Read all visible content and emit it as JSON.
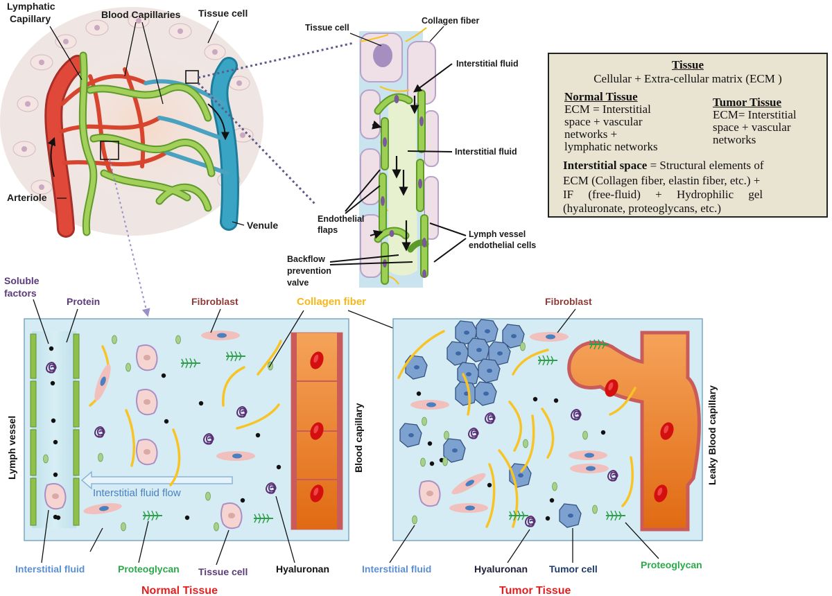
{
  "top_labels": {
    "lymphatic_capillary": [
      "Lymphatic",
      "Capillary"
    ],
    "blood_capillaries": "Blood Capillaries",
    "tissue_cell": "Tissue cell",
    "arteriole": "Arteriole",
    "venule": "Venule"
  },
  "zoom_labels": {
    "tissue_cell": "Tissue cell",
    "collagen_fiber": "Collagen fiber",
    "interstitial_fluid_1": "Interstitial fluid",
    "interstitial_fluid_2": "Interstitial fluid",
    "endothelial_flaps": [
      "Endothelial",
      "flaps"
    ],
    "lymph_vessel_cells": [
      "Lymph vessel",
      "endothelial cells"
    ],
    "backflow_valve": [
      "Backflow",
      "prevention",
      "valve"
    ]
  },
  "info_box": {
    "title": "Tissue",
    "subtitle": "Cellular + Extra-cellular matrix (ECM )",
    "normal_heading": "Normal Tissue",
    "normal_lines": [
      "ECM  = Interstitial",
      "space + vascular",
      "networks +",
      "lymphatic networks"
    ],
    "tumor_heading": "Tumor Tissue",
    "tumor_lines": [
      "ECM= Interstitial",
      "space + vascular",
      "networks"
    ],
    "interstitial_bold": "Interstitial space",
    "interstitial_line1": " = Structural elements of",
    "interstitial_lines": [
      "ECM (Collagen fiber, elastin fiber, etc.) +",
      "IF     (free-fluid)     +     Hydrophilic     gel",
      "(hyaluronate, proteoglycans, etc.)"
    ]
  },
  "normal_panel": {
    "soluble_factors": [
      "Soluble",
      "factors"
    ],
    "protein": "Protein",
    "fibroblast": "Fibroblast",
    "collagen_fiber": "Collagen fiber",
    "lymph_vessel": "Lymph vessel",
    "blood_capillary": "Blood capillary",
    "flow": "Interstitial fluid flow",
    "interstitial_fluid": "Interstitial fluid",
    "proteoglycan": "Proteoglycan",
    "tissue_cell": "Tissue cell",
    "hyaluronan": "Hyaluronan",
    "title": "Normal Tissue"
  },
  "tumor_panel": {
    "fibroblast": "Fibroblast",
    "leaky_capillary": "Leaky Blood capillary",
    "interstitial_fluid": "Interstitial fluid",
    "hyaluronan": "Hyaluronan",
    "tumor_cell": "Tumor cell",
    "proteoglycan": "Proteoglycan",
    "title": "Tumor Tissue"
  },
  "colors": {
    "fluid_bg": "#d6ecf4",
    "lymph_green": "#8fc14a",
    "blood_red": "#c0392b",
    "capillary_orange": "#f28c38",
    "collagen_yellow": "#f7c325",
    "label_blue": "#5b8fd1",
    "label_green": "#2aa84a",
    "label_purple": "#5b3a7a",
    "label_brown": "#8e3b36",
    "title_red": "#e21f1f",
    "tumor_blue": "#6f96c9"
  }
}
